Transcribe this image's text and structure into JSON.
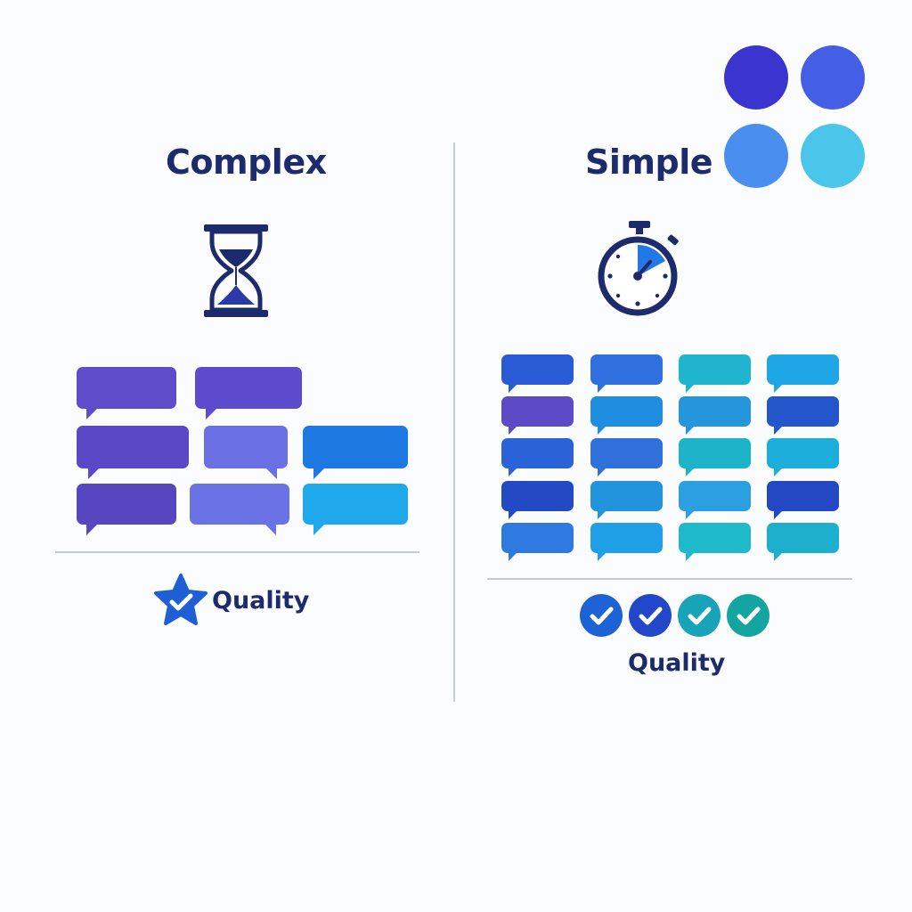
{
  "palette": {
    "swatches": [
      "#3b34cf",
      "#445fe6",
      "#4a8ff0",
      "#4ac6ea"
    ],
    "navy": "#1d2a6b"
  },
  "complex": {
    "title": "Complex",
    "icon": "hourglass-icon",
    "quality_label": "Quality",
    "quality_icon": "star-check-icon",
    "bubble_colors": [
      "#5f4ccb",
      "#5c4bcc",
      "#5a48c7",
      "#6a6fe3",
      "#1d78e2",
      "#5646c0",
      "#6a73e6",
      "#1fa8ec"
    ]
  },
  "simple": {
    "title": "Simple",
    "icon": "stopwatch-icon",
    "quality_label": "Quality",
    "quality_checks": [
      {
        "icon": "check-circle-icon",
        "color": "#1e63d6"
      },
      {
        "icon": "check-circle-icon",
        "color": "#2347c9"
      },
      {
        "icon": "check-circle-icon",
        "color": "#17a4b8"
      },
      {
        "icon": "check-circle-icon",
        "color": "#14a5a0"
      }
    ],
    "bubble_grid": [
      [
        "#2a5bd6",
        "#2f6fde",
        "#1fb5cf",
        "#1ea6e6"
      ],
      [
        "#5b4bc7",
        "#1f8de0",
        "#2595dc",
        "#2455cb"
      ],
      [
        "#2a62d8",
        "#3070da",
        "#1db3c9",
        "#1caedb"
      ],
      [
        "#2449c4",
        "#2293dd",
        "#2b9fdf",
        "#2448c3"
      ],
      [
        "#2f7ae0",
        "#1f9fe6",
        "#1fb9cc",
        "#1dafcb"
      ]
    ]
  }
}
